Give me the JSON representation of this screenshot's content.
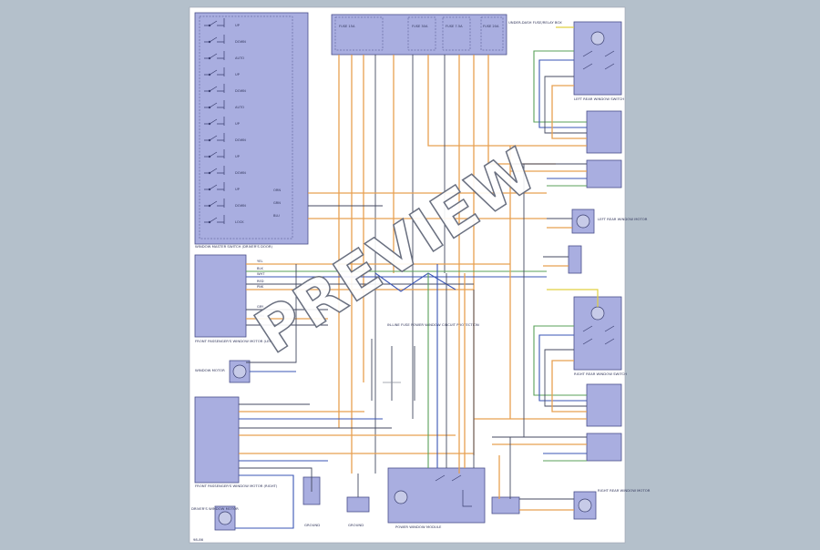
{
  "watermark": "PREVIEW",
  "page_number": "98-86",
  "colors": {
    "background": "#b4c0cb",
    "sheet": "#ffffff",
    "component_fill": "#a9aee0",
    "wire_orange": "#e8a050",
    "wire_green": "#58a058",
    "wire_blue": "#3a55b5",
    "wire_yellow": "#e0d040"
  },
  "captions": {
    "master_switch": "WINDOW MASTER SWITCH (DRIVER'S DOOR)",
    "front_pass_left": "FRONT PASSENGER'S WINDOW MOTOR (LEFT)",
    "front_pass_right": "FRONT PASSENGER'S WINDOW MOTOR (RIGHT)",
    "window_motor_label": "WINDOW MOTOR",
    "lf_switch": "LEFT REAR WINDOW SWITCH",
    "rr_switch": "RIGHT REAR WINDOW SWITCH",
    "bottom_left": "DRIVER'S WINDOW MOTOR",
    "ground_1": "GROUND",
    "ground_2": "GROUND",
    "power_window_module": "POWER WINDOW MODULE",
    "lr_motor": "LEFT REAR WINDOW MOTOR",
    "rr_motor": "RIGHT REAR WINDOW MOTOR",
    "note": "IN-LINE FUSE POWER WINDOW CIRCUIT PROTECTION",
    "fuse_box": "UNDER-DASH FUSE/RELAY BOX"
  },
  "fuse_labels": [
    "FUSE 15A",
    "FUSE 30A",
    "FUSE 7.5A",
    "FUSE 20A"
  ],
  "switch_labels": [
    "UP",
    "DOWN",
    "AUTO",
    "UP",
    "DOWN",
    "AUTO",
    "UP",
    "DOWN",
    "UP",
    "DOWN",
    "UP",
    "DOWN",
    "LOCK"
  ],
  "wire_labels": [
    "ORN",
    "GRN",
    "BLU",
    "YEL",
    "BLK",
    "WHT",
    "RED",
    "PNK",
    "GRY",
    "BRN"
  ]
}
